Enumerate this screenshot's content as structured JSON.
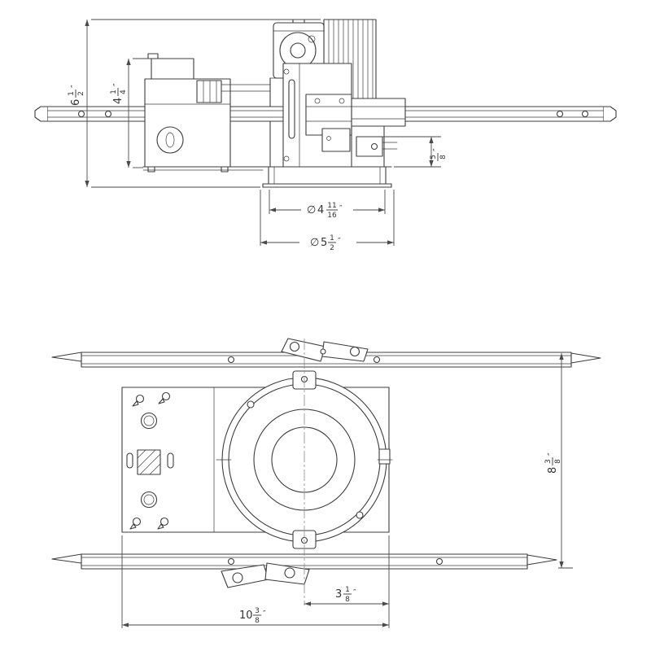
{
  "colors": {
    "line": "#3c3c3c",
    "dimension": "#4a4a4a",
    "background": "#ffffff"
  },
  "views": {
    "elevation": {
      "dims": {
        "overall_height": {
          "whole": "6",
          "num": "1",
          "den": "2",
          "unit": "″"
        },
        "housing_height": {
          "whole": "4",
          "num": "1",
          "den": "4",
          "unit": "″"
        },
        "flange_depth": {
          "num": "5",
          "den": "8",
          "unit": "″"
        },
        "aperture_diameter": {
          "prefix": "∅",
          "whole": "4",
          "num": "11",
          "den": "16",
          "unit": "″"
        },
        "trim_diameter": {
          "prefix": "∅",
          "whole": "5",
          "num": "1",
          "den": "2",
          "unit": "″"
        }
      }
    },
    "plan": {
      "dims": {
        "overall_depth": {
          "whole": "8",
          "num": "3",
          "den": "8",
          "unit": "″"
        },
        "center_offset": {
          "whole": "3",
          "num": "1",
          "den": "8",
          "unit": "″"
        },
        "overall_width": {
          "whole": "10",
          "num": "3",
          "den": "8",
          "unit": "″"
        }
      }
    }
  }
}
